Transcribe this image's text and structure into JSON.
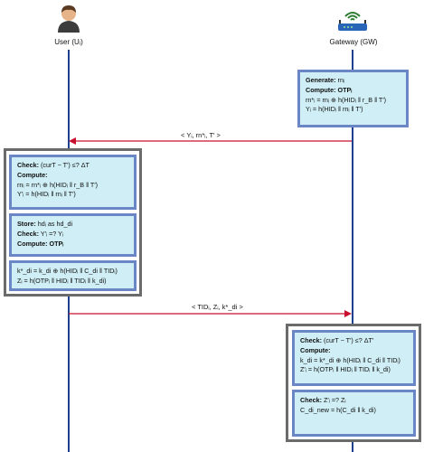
{
  "actors": {
    "user": {
      "label": "User (Uᵢ)"
    },
    "gateway": {
      "label": "Gateway (GW)"
    }
  },
  "gw_box1": {
    "lines": [
      {
        "bold": "Generate:",
        "text": " rnᵢ"
      },
      {
        "bold": "Compute: OTPᵢ",
        "text": ""
      },
      {
        "bold": "",
        "text": "rn*ᵢ = rnᵢ ⊕ h(HIDᵢ ‖ r_B ‖ T′)"
      },
      {
        "bold": "",
        "text": "Yᵢ = h(HIDᵢ ‖ rnᵢ ‖ T′)"
      }
    ]
  },
  "msg1": "< Yᵢ, rn*ᵢ, T′ >",
  "user_box1": {
    "lines": [
      {
        "bold": "Check:",
        "text": " (curT − T′) ≤? ΔT"
      },
      {
        "bold": "Compute:",
        "text": ""
      },
      {
        "bold": "",
        "text": "rnᵢ = rn*ᵢ ⊕ h(HIDᵢ ‖ r_B ‖ T′)"
      },
      {
        "bold": "",
        "text": "Y′ᵢ = h(HIDᵢ ‖ rnᵢ ‖ T′)"
      }
    ]
  },
  "user_box2": {
    "lines": [
      {
        "bold": "Store:",
        "text": " hdᵢ as hd_di"
      },
      {
        "bold": "Check:",
        "text": " Y′ᵢ =? Yᵢ"
      },
      {
        "bold": "Compute: OTPᵢ",
        "text": ""
      }
    ]
  },
  "user_box3": {
    "lines": [
      {
        "bold": "",
        "text": "k*_di = k_di ⊕ h(HIDᵢ ‖ C_di ‖ TIDᵢ)"
      },
      {
        "bold": "",
        "text": "Zᵢ = h(OTPᵢ ‖ HIDᵢ ‖ TIDᵢ ‖ k_di)"
      }
    ]
  },
  "msg2": "< TIDᵢ, Zᵢ, k*_di >",
  "gw_box2": {
    "lines": [
      {
        "bold": "Check:",
        "text": " (curT − T′) ≤? ΔT′"
      },
      {
        "bold": "Compute:",
        "text": ""
      },
      {
        "bold": "",
        "text": "k_di = k*_di ⊕ h(HIDᵢ ‖ C_di ‖ TIDᵢ)"
      },
      {
        "bold": "",
        "text": "Z′ᵢ = h(OTPᵢ ‖ HIDᵢ ‖ TIDᵢ ‖ k_di)"
      }
    ]
  },
  "gw_box3": {
    "lines": [
      {
        "bold": "Check:",
        "text": " Z′ᵢ =? Zᵢ"
      },
      {
        "bold": "",
        "text": "C_di_new = h(C_di ‖ k_di)"
      }
    ]
  },
  "colors": {
    "arrow": "#c8102e",
    "lifeline": "#1f3f8f",
    "box_fill": "#cfeef5",
    "box_border": "#6a86c4",
    "outer_border": "#6b6b6b"
  }
}
